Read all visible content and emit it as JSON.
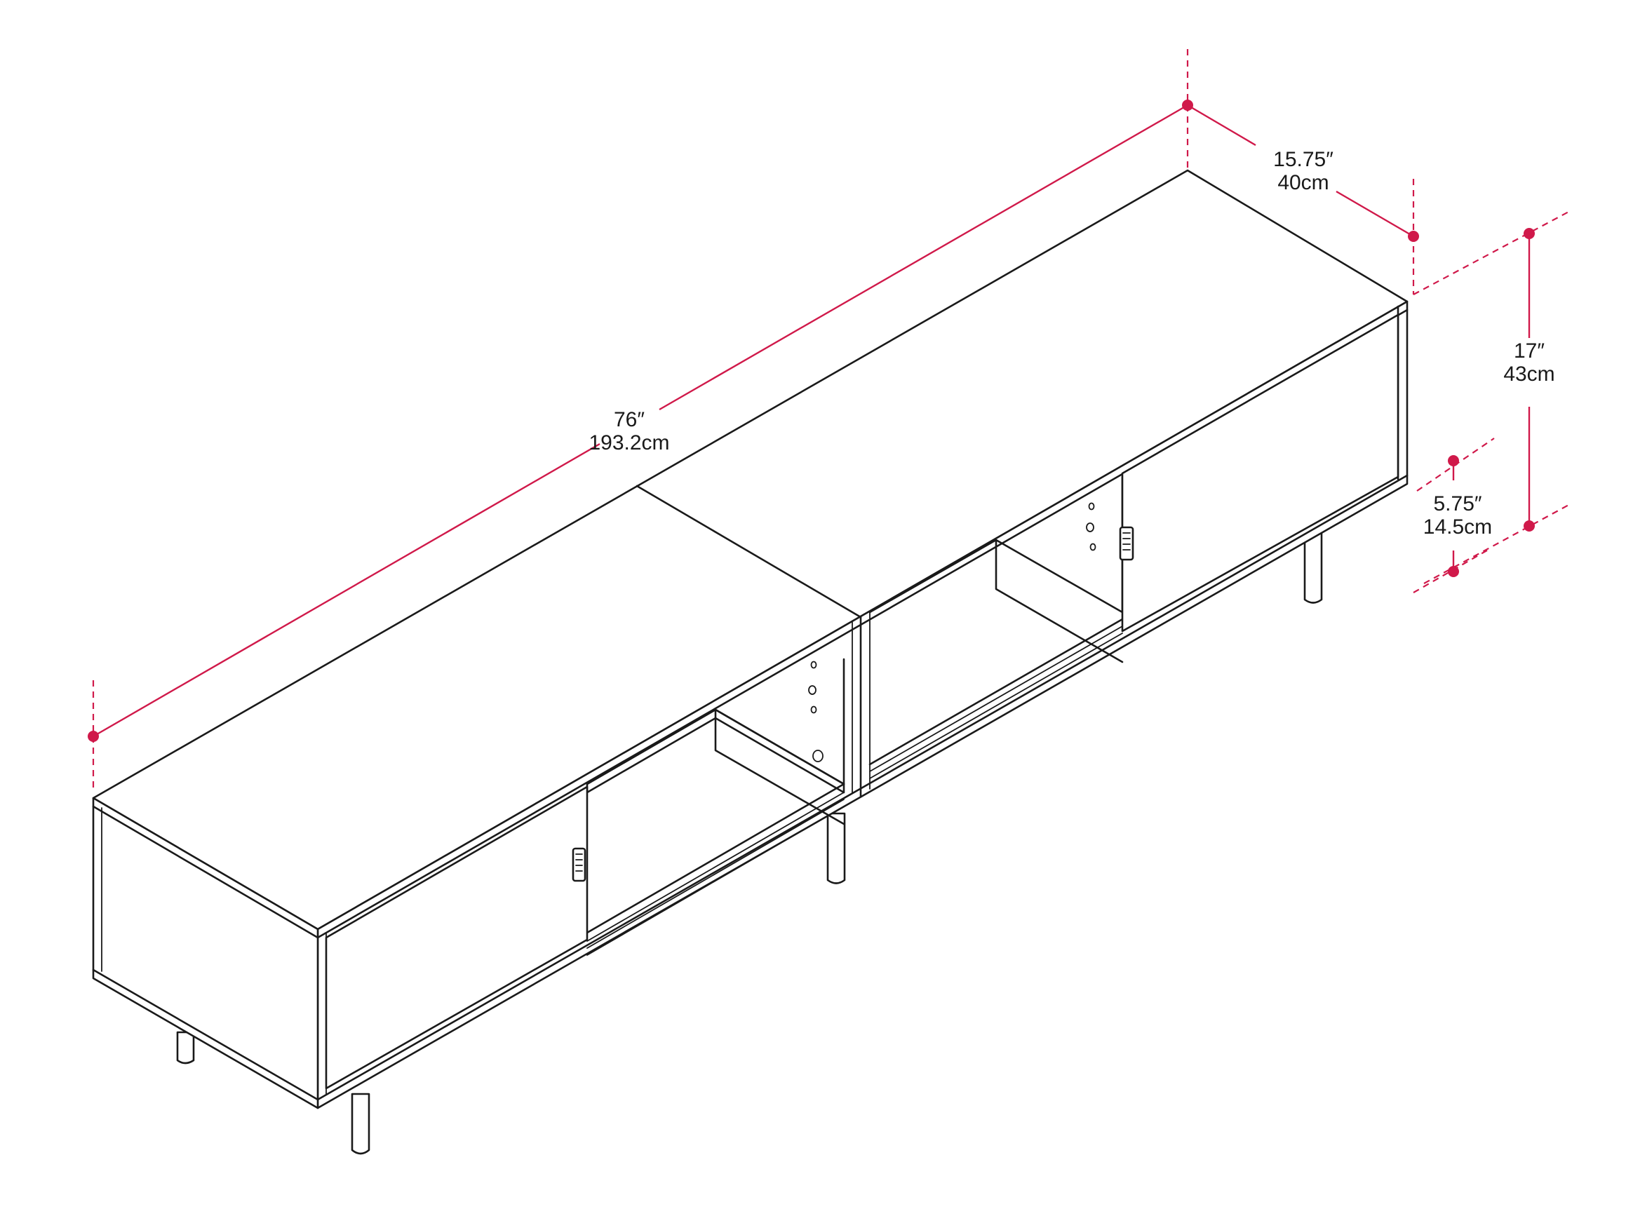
{
  "dimensions": {
    "width": {
      "imperial": "76″",
      "metric": "193.2cm"
    },
    "depth": {
      "imperial": "15.75″",
      "metric": "40cm"
    },
    "height": {
      "imperial": "17″",
      "metric": "43cm"
    },
    "leg_clearance": {
      "imperial": "5.75″",
      "metric": "14.5cm"
    }
  },
  "colors": {
    "dimension_accent": "#d0194a",
    "line": "#1a1a1a",
    "background": "#ffffff"
  }
}
